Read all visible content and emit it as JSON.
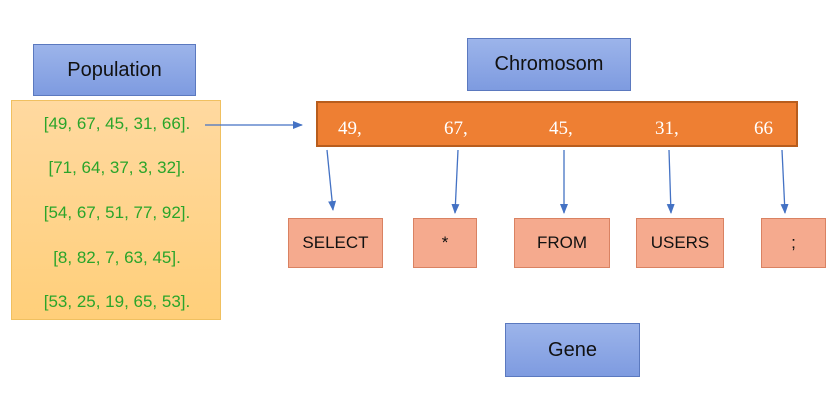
{
  "labels": {
    "population": "Population",
    "chromosome": "Chromosom",
    "gene": "Gene"
  },
  "population": [
    "[49, 67, 45, 31, 66].",
    "[71, 64, 37, 3, 32].",
    "[54, 67, 51, 77, 92].",
    "[8, 82, 7, 63, 45].",
    "[53, 25, 19, 65, 53]."
  ],
  "chromosome": [
    "49,",
    "67,",
    "45,",
    "31,",
    "66"
  ],
  "tokens": [
    "SELECT",
    "*",
    "FROM",
    "USERS",
    ";"
  ],
  "colors": {
    "label_box": "#8aa6e6",
    "population_fill": "#ffd591",
    "population_text": "#2aa52a",
    "chromosome_fill": "#ee7f33",
    "token_fill": "#f5aa8e",
    "arrow": "#4472c4"
  }
}
